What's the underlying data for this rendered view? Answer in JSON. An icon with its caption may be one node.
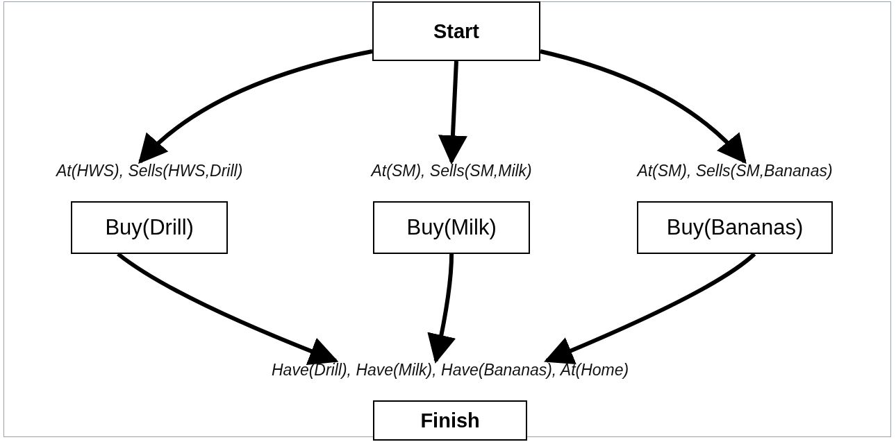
{
  "diagram": {
    "nodes": [
      {
        "text": [
          "Start"
        ]
      },
      {
        "text": [
          "At(HWS), Sells(HWS,Drill)",
          "Buy(Drill)"
        ]
      },
      {
        "text": [
          "At(SM), Sells(SM,Milk)",
          "Buy(Milk)"
        ]
      },
      {
        "text": [
          "At(SM), Sells(SM,Bananas)",
          "Buy(Bananas)"
        ]
      },
      {
        "text": [
          "Have(Drill), Have(Milk), Have(Bananas), At(Home)",
          "Finish"
        ]
      }
    ],
    "edges": [
      {
        "from": 0,
        "to": 1,
        "arrow": "to"
      },
      {
        "from": 0,
        "to": 2,
        "arrow": "to"
      },
      {
        "from": 0,
        "to": 3,
        "arrow": "to"
      },
      {
        "from": 1,
        "to": 4,
        "arrow": "to"
      },
      {
        "from": 2,
        "to": 4,
        "arrow": "to"
      },
      {
        "from": 3,
        "to": 4,
        "arrow": "to"
      }
    ]
  }
}
